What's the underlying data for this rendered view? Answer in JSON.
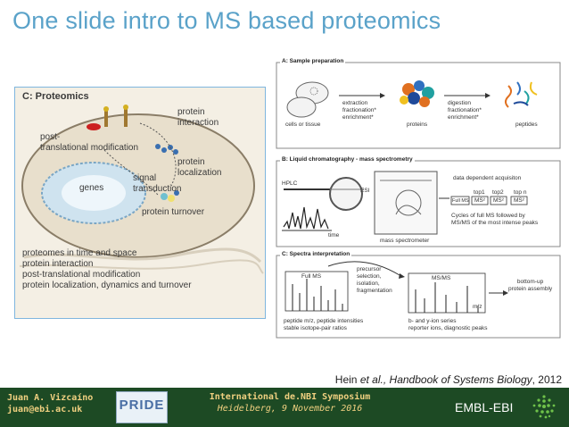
{
  "slide": {
    "title": "One slide intro to MS based proteomics",
    "citation_authors": "Hein",
    "citation_etal": "et al.,",
    "citation_book": "Handbook of Systems Biology",
    "citation_year": ", 2012"
  },
  "panel_c": {
    "heading": "C: Proteomics",
    "labels": {
      "ptm": "post-\ntranslational modification",
      "interaction": "protein\ninteraction",
      "localization": "protein\nlocalization",
      "genes": "genes",
      "signal": "signal\ntransduction",
      "turnover": "protein turnover"
    },
    "summary": [
      "proteomes in time and space",
      "protein interaction",
      "post-translational modification",
      "protein localization, dynamics and turnover"
    ]
  },
  "workflow": {
    "section_a": {
      "heading": "A: Sample preparation",
      "cells": "cells or tissue",
      "extraction": "extraction\nfractionation*\nenrichment*",
      "proteins": "proteins",
      "digestion": "digestion\nfractionation*\nenrichment*",
      "peptides": "peptides"
    },
    "section_b": {
      "heading": "B: Liquid chromatography - mass spectrometry",
      "hplc": "HPLC",
      "esi": "ESI",
      "time": "time",
      "ms": "mass spectrometer",
      "dda": "data dependent acquisiton",
      "top1": "top1",
      "top2": "top2",
      "topn": "top n",
      "fullms": "Full MS",
      "ms2": "MS²",
      "cycles": "Cycles of full MS followed by\nMS/MS of the most intense peaks"
    },
    "section_c": {
      "heading": "C: Spectra interpretation",
      "fullms": "Full MS",
      "precursor": "precursor\nselection,\nisolation,\nfragmentation",
      "msms": "MS/MS",
      "mz": "m/z",
      "bottomup": "bottom-up\nprotein assembly",
      "peptide_info": "peptide m/z, peptide intensities\nstable isotope-pair ratios",
      "ion_info": "b- and y-ion series\nreporter ions, diagnostic peaks"
    }
  },
  "footer": {
    "author_name": "Juan A. Vizcaíno",
    "author_email": "juan@ebi.ac.uk",
    "pride_logo": "PRIDE",
    "event_name": "International de.NBI Symposium",
    "event_place_date": "Heidelberg, 9 November 2016",
    "org": "EMBL-EBI"
  },
  "colors": {
    "title": "#5aa2c9",
    "footer_bg": "#1d4a24",
    "footer_text": "#f0d080",
    "panel_border": "#7fb6de"
  }
}
